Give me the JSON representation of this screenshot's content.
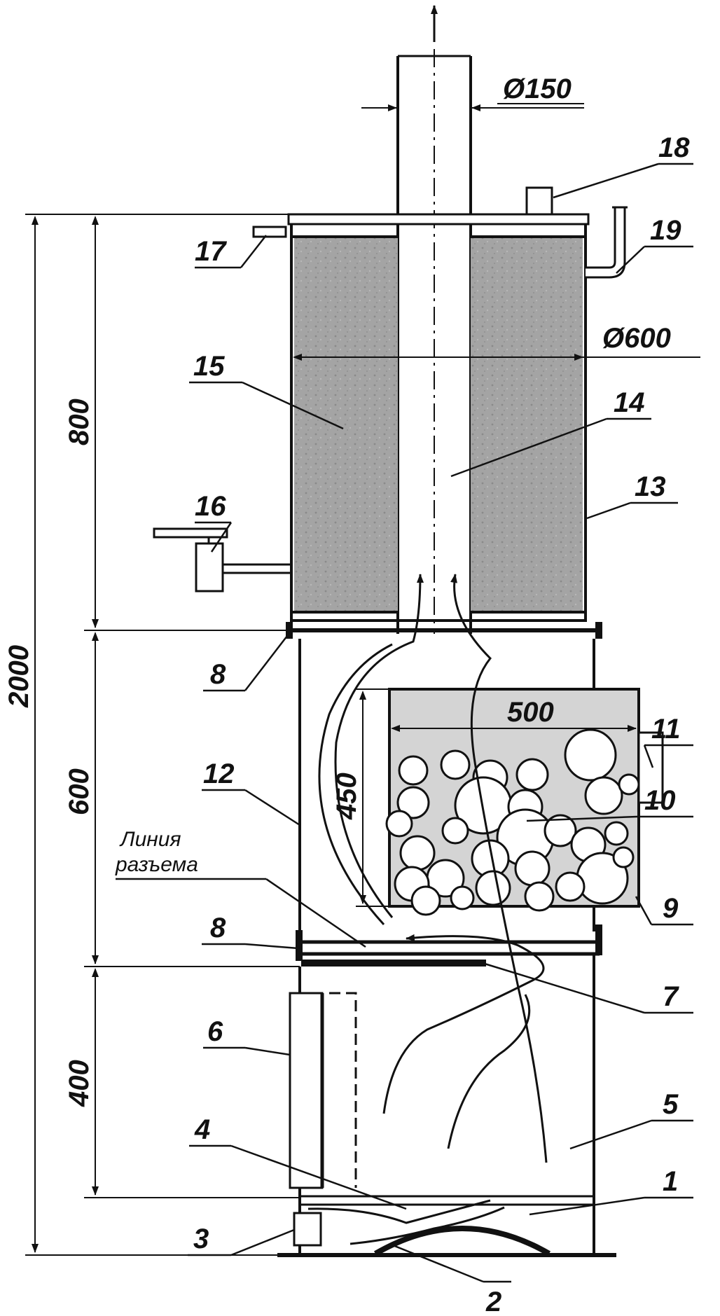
{
  "dimensions": {
    "pipe_diameter": "Ø150",
    "tank_diameter": "Ø600",
    "total_height": "2000",
    "tank_height": "800",
    "middle_height": "600",
    "firebox_height": "400",
    "heater_width": "500",
    "heater_height": "450"
  },
  "labels": {
    "l1": "1",
    "l2": "2",
    "l3": "3",
    "l4": "4",
    "l5": "5",
    "l6": "6",
    "l7": "7",
    "l8a": "8",
    "l8b": "8",
    "l9": "9",
    "l10": "10",
    "l11": "11",
    "l12": "12",
    "l13": "13",
    "l14": "14",
    "l15": "15",
    "l16": "16",
    "l17": "17",
    "l18": "18",
    "l19": "19"
  },
  "split_line": {
    "line1": "Линия",
    "line2": "разъема"
  },
  "colors": {
    "ink": "#111111",
    "water": "#9a9a9a",
    "heater_fill": "#cfcfcf"
  }
}
